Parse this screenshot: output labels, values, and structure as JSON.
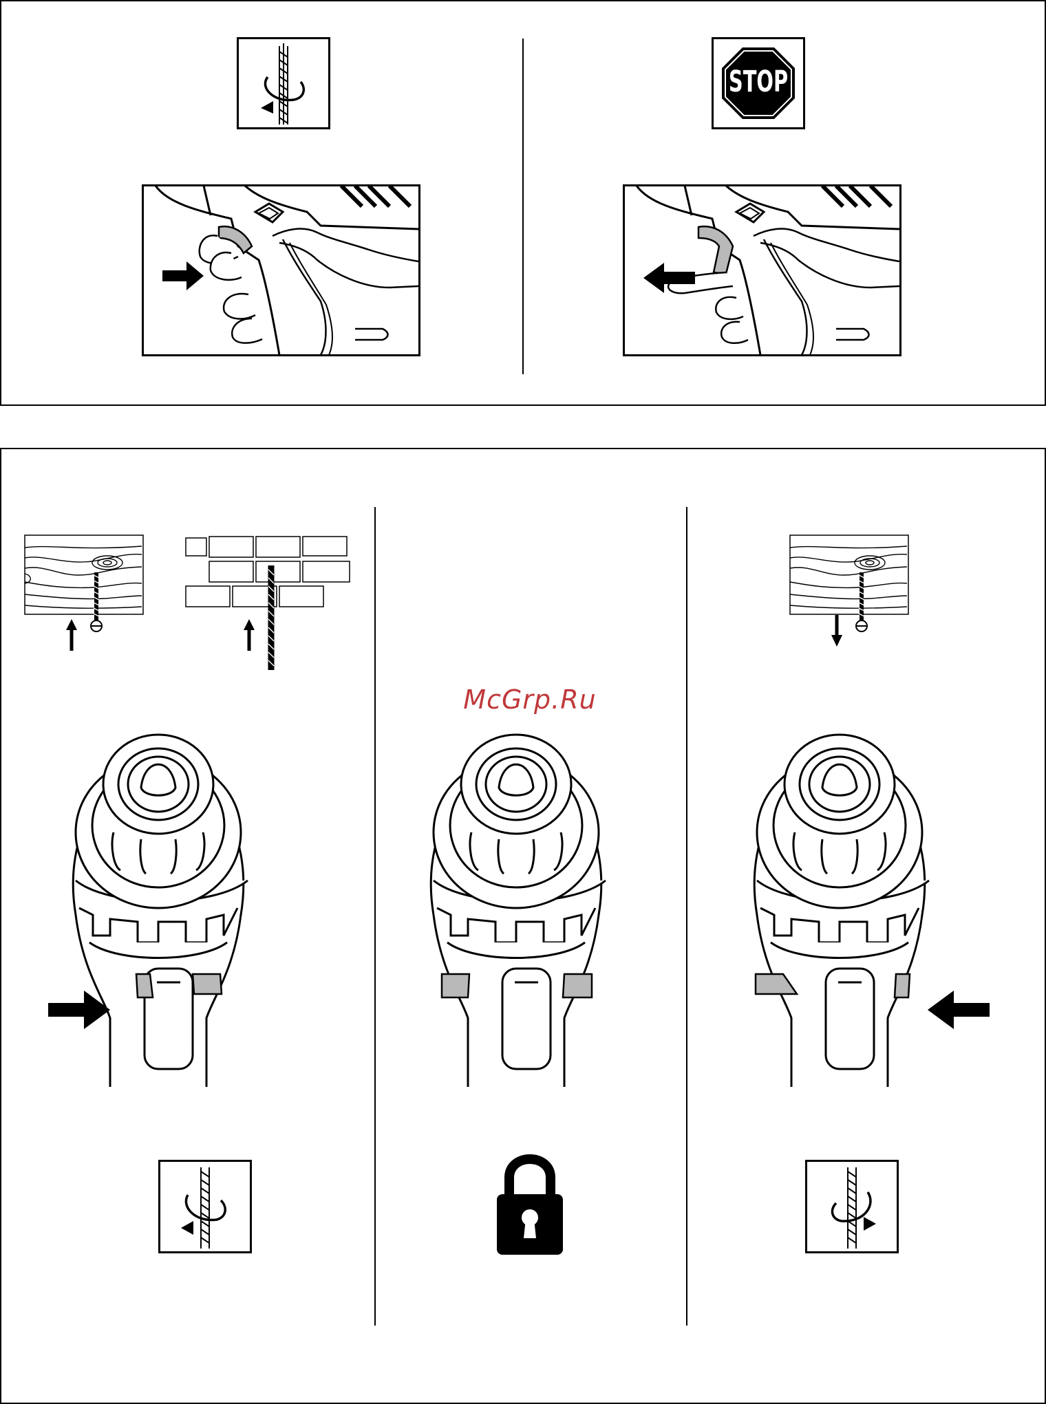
{
  "page": {
    "watermark": "McGrp.Ru",
    "colors": {
      "ink": "#000000",
      "gray_switch": "#b9b9b9",
      "watermark": "#c0393b",
      "background": "#ffffff"
    }
  },
  "top_panel": {
    "left_icon": "rotation-forward-drill-bit-icon",
    "right_icon": "stop-sign-icon",
    "stop_sign_text": "STOP",
    "left_illustration": "trigger-press-illustration",
    "right_illustration": "trigger-release-illustration",
    "left_arrow": "arrow-right-icon",
    "right_arrow": "arrow-left-icon"
  },
  "bottom_panel": {
    "columns": [
      {
        "id": "left",
        "materials": [
          "wood-screw-icon",
          "brick-drill-icon"
        ],
        "direction": "up-arrows",
        "switch_push": "arrow-right-icon",
        "rotation": "clockwise-drill-bit-icon"
      },
      {
        "id": "center",
        "state": "lock-icon"
      },
      {
        "id": "right",
        "materials": [
          "wood-screw-icon"
        ],
        "direction": "down-arrow",
        "switch_push": "arrow-left-icon",
        "rotation": "counterclockwise-drill-bit-icon"
      }
    ]
  }
}
